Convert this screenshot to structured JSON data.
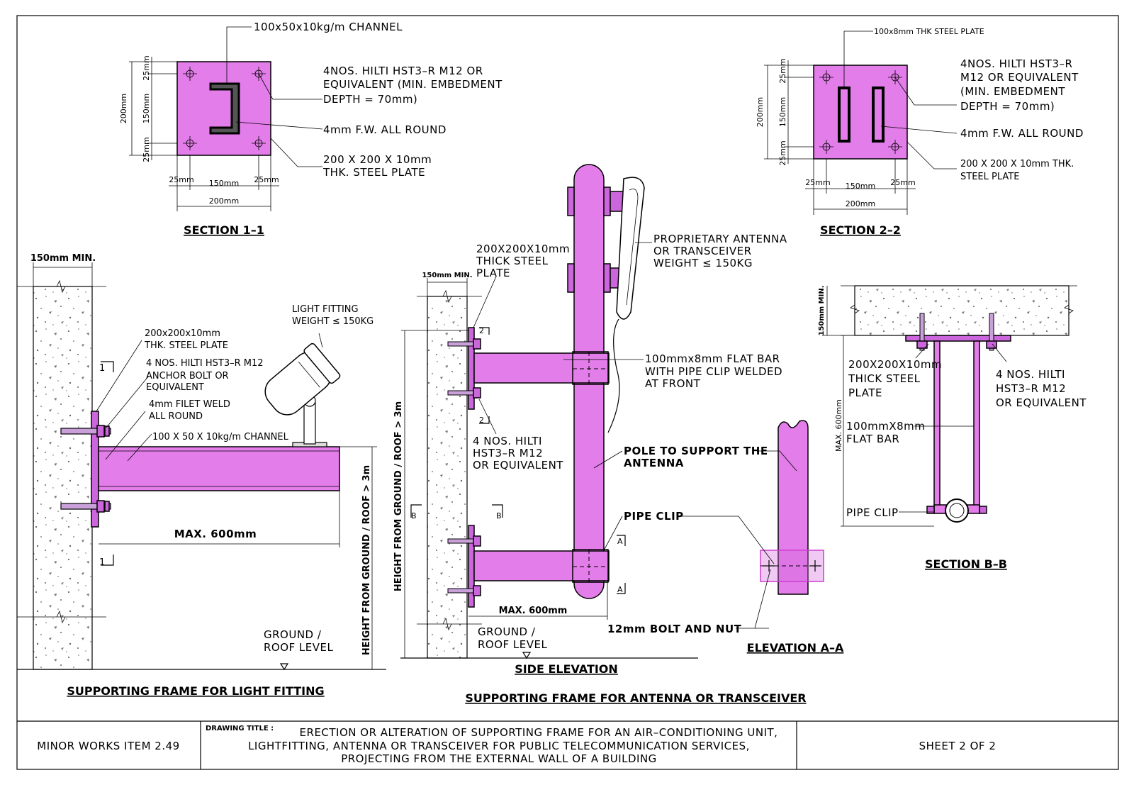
{
  "colors": {
    "steel": "#e27de9",
    "steel_dark": "#cc66dd",
    "line": "#000000"
  },
  "section_1_1": {
    "title": "SECTION 1–1",
    "channel_label": "100x50x10kg/m  CHANNEL",
    "bolts_label": [
      "4NOS. HILTI HST3–R M12 OR",
      "EQUIVALENT (MIN. EMBEDMENT",
      "DEPTH  =  70mm)"
    ],
    "weld_label": "4mm  F.W.  ALL  ROUND",
    "plate_label": [
      "200  X  200  X  10mm",
      "THK.  STEEL  PLATE"
    ],
    "dims": {
      "d25a": "25mm",
      "d150": "150mm",
      "d25b": "25mm",
      "d200": "200mm"
    }
  },
  "section_2_2": {
    "title": "SECTION 2–2",
    "plate_top_label": "100x8mm  THK STEEL PLATE",
    "bolts_label": [
      "4NOS.  HILTI  HST3–R",
      "M12  OR  EQUIVALENT",
      "(MIN.  EMBEDMENT",
      "DEPTH  =  70mm)"
    ],
    "weld_label": "4mm  F.W.  ALL  ROUND",
    "plate_label": [
      "200  X  200  X  10mm  THK.",
      "STEEL  PLATE"
    ],
    "dims": {
      "d25a": "25mm",
      "d150": "150mm",
      "d25b": "25mm",
      "d200": "200mm"
    }
  },
  "light_frame": {
    "title": "SUPPORTING  FRAME  FOR  LIGHT  FITTING",
    "min_label": "150mm  MIN.",
    "plate_label": [
      "200x200x10mm",
      "THK.  STEEL  PLATE"
    ],
    "anchor_label": [
      "4  NOS.  HILTI  HST3–R  M12",
      "ANCHOR  BOLT  OR",
      "EQUIVALENT"
    ],
    "weld_label": [
      "4mm  FILET  WELD",
      "ALL  ROUND"
    ],
    "channel_label": "100  X  50  X  10kg/m  CHANNEL",
    "light_label": [
      "LIGHT  FITTING",
      "WEIGHT  ≤  150KG"
    ],
    "max_label": "MAX.  600mm",
    "ground_label": [
      "GROUND  /",
      "ROOF  LEVEL"
    ],
    "section_mark": "1",
    "height_label": "HEIGHT FROM GROUND / ROOF > 3m"
  },
  "antenna_frame": {
    "title": "SUPPORTING  FRAME  FOR  ANTENNA  OR  TRANSCEIVER",
    "side_elevation_title": "SIDE  ELEVATION",
    "min_label": "150mm  MIN.",
    "plate_label": [
      "200X200X10mm",
      "THICK  STEEL",
      "PLATE"
    ],
    "antenna_label": [
      "PROPRIETARY  ANTENNA",
      "OR  TRANSCEIVER",
      "WEIGHT  ≤   150KG"
    ],
    "flatbar_label": [
      "100mmx8mm  FLAT  BAR",
      "WITH  PIPE  CLIP  WELDED",
      "AT  FRONT"
    ],
    "bolts_label": [
      "4  NOS.  HILTI",
      "HST3–R  M12",
      "OR  EQUIVALENT"
    ],
    "pole_label": [
      "POLE  TO  SUPPORT  THE",
      "ANTENNA"
    ],
    "clip_label": "PIPE  CLIP",
    "bolt_nut_label": "12mm  BOLT  AND  NUT",
    "max_label": "MAX.  600mm",
    "ground_label": [
      "GROUND  /",
      "ROOF  LEVEL"
    ],
    "height_label": "HEIGHT FROM GROUND / ROOF > 3m",
    "mark_2": "2",
    "mark_a": "A",
    "mark_b": "B"
  },
  "elevation_a_a": {
    "title": "ELEVATION  A–A"
  },
  "section_b_b": {
    "title": "SECTION  B–B",
    "min_label": "150mm  MIN.",
    "plate_label": [
      "200X200X10mm",
      "THICK  STEEL",
      "PLATE"
    ],
    "bolts_label": [
      "4  NOS.  HILTI",
      "HST3–R  M12",
      "OR  EQUIVALENT"
    ],
    "flatbar_label": [
      "100mmX8mm",
      "FLAT  BAR"
    ],
    "max_label": "MAX.  600mm",
    "clip_label": "PIPE  CLIP"
  },
  "title_block": {
    "item": "MINOR  WORKS  ITEM  2.49",
    "drawing_title_caption": "DRAWING  TITLE :",
    "drawing_title": [
      "ERECTION OR ALTERATION OF SUPPORTING FRAME FOR AN AIR–CONDITIONING UNIT,",
      "LIGHTFITTING, ANTENNA OR TRANSCEIVER FOR PUBLIC TELECOMMUNICATION SERVICES,",
      "PROJECTING FROM THE EXTERNAL WALL OF A BUILDING"
    ],
    "sheet": "SHEET  2  OF  2"
  }
}
